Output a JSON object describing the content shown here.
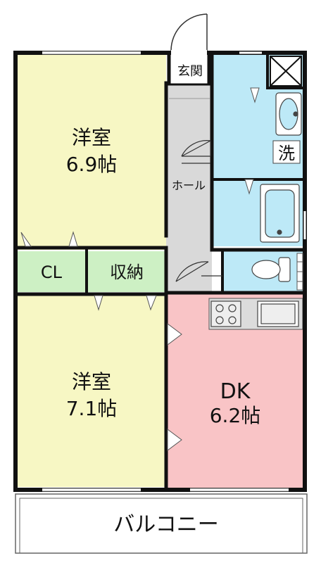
{
  "rooms": {
    "western1": {
      "name": "洋室",
      "size": "6.9帖"
    },
    "western2": {
      "name": "洋室",
      "size": "7.1帖"
    },
    "dk": {
      "name": "DK",
      "size": "6.2帖"
    },
    "closet": {
      "label": "CL"
    },
    "storage": {
      "label": "収納"
    },
    "entrance": {
      "label": "玄関"
    },
    "hall": {
      "label": "ホール"
    },
    "washroom": {
      "label": "洗"
    },
    "balcony": {
      "label": "バルコニー"
    }
  },
  "colors": {
    "western": "#f7f7c4",
    "closet": "#cdf0c4",
    "dk": "#f9c4c6",
    "water": "#bde9f7",
    "hall": "#d9d9d9",
    "entrance": "#d0f2c4",
    "wall": "#111111"
  },
  "icons": [
    "door-icon",
    "washbasin-icon",
    "bathtub-icon",
    "toilet-icon",
    "stove-icon",
    "sink-icon",
    "shaft-icon",
    "sliding-door-icon"
  ]
}
